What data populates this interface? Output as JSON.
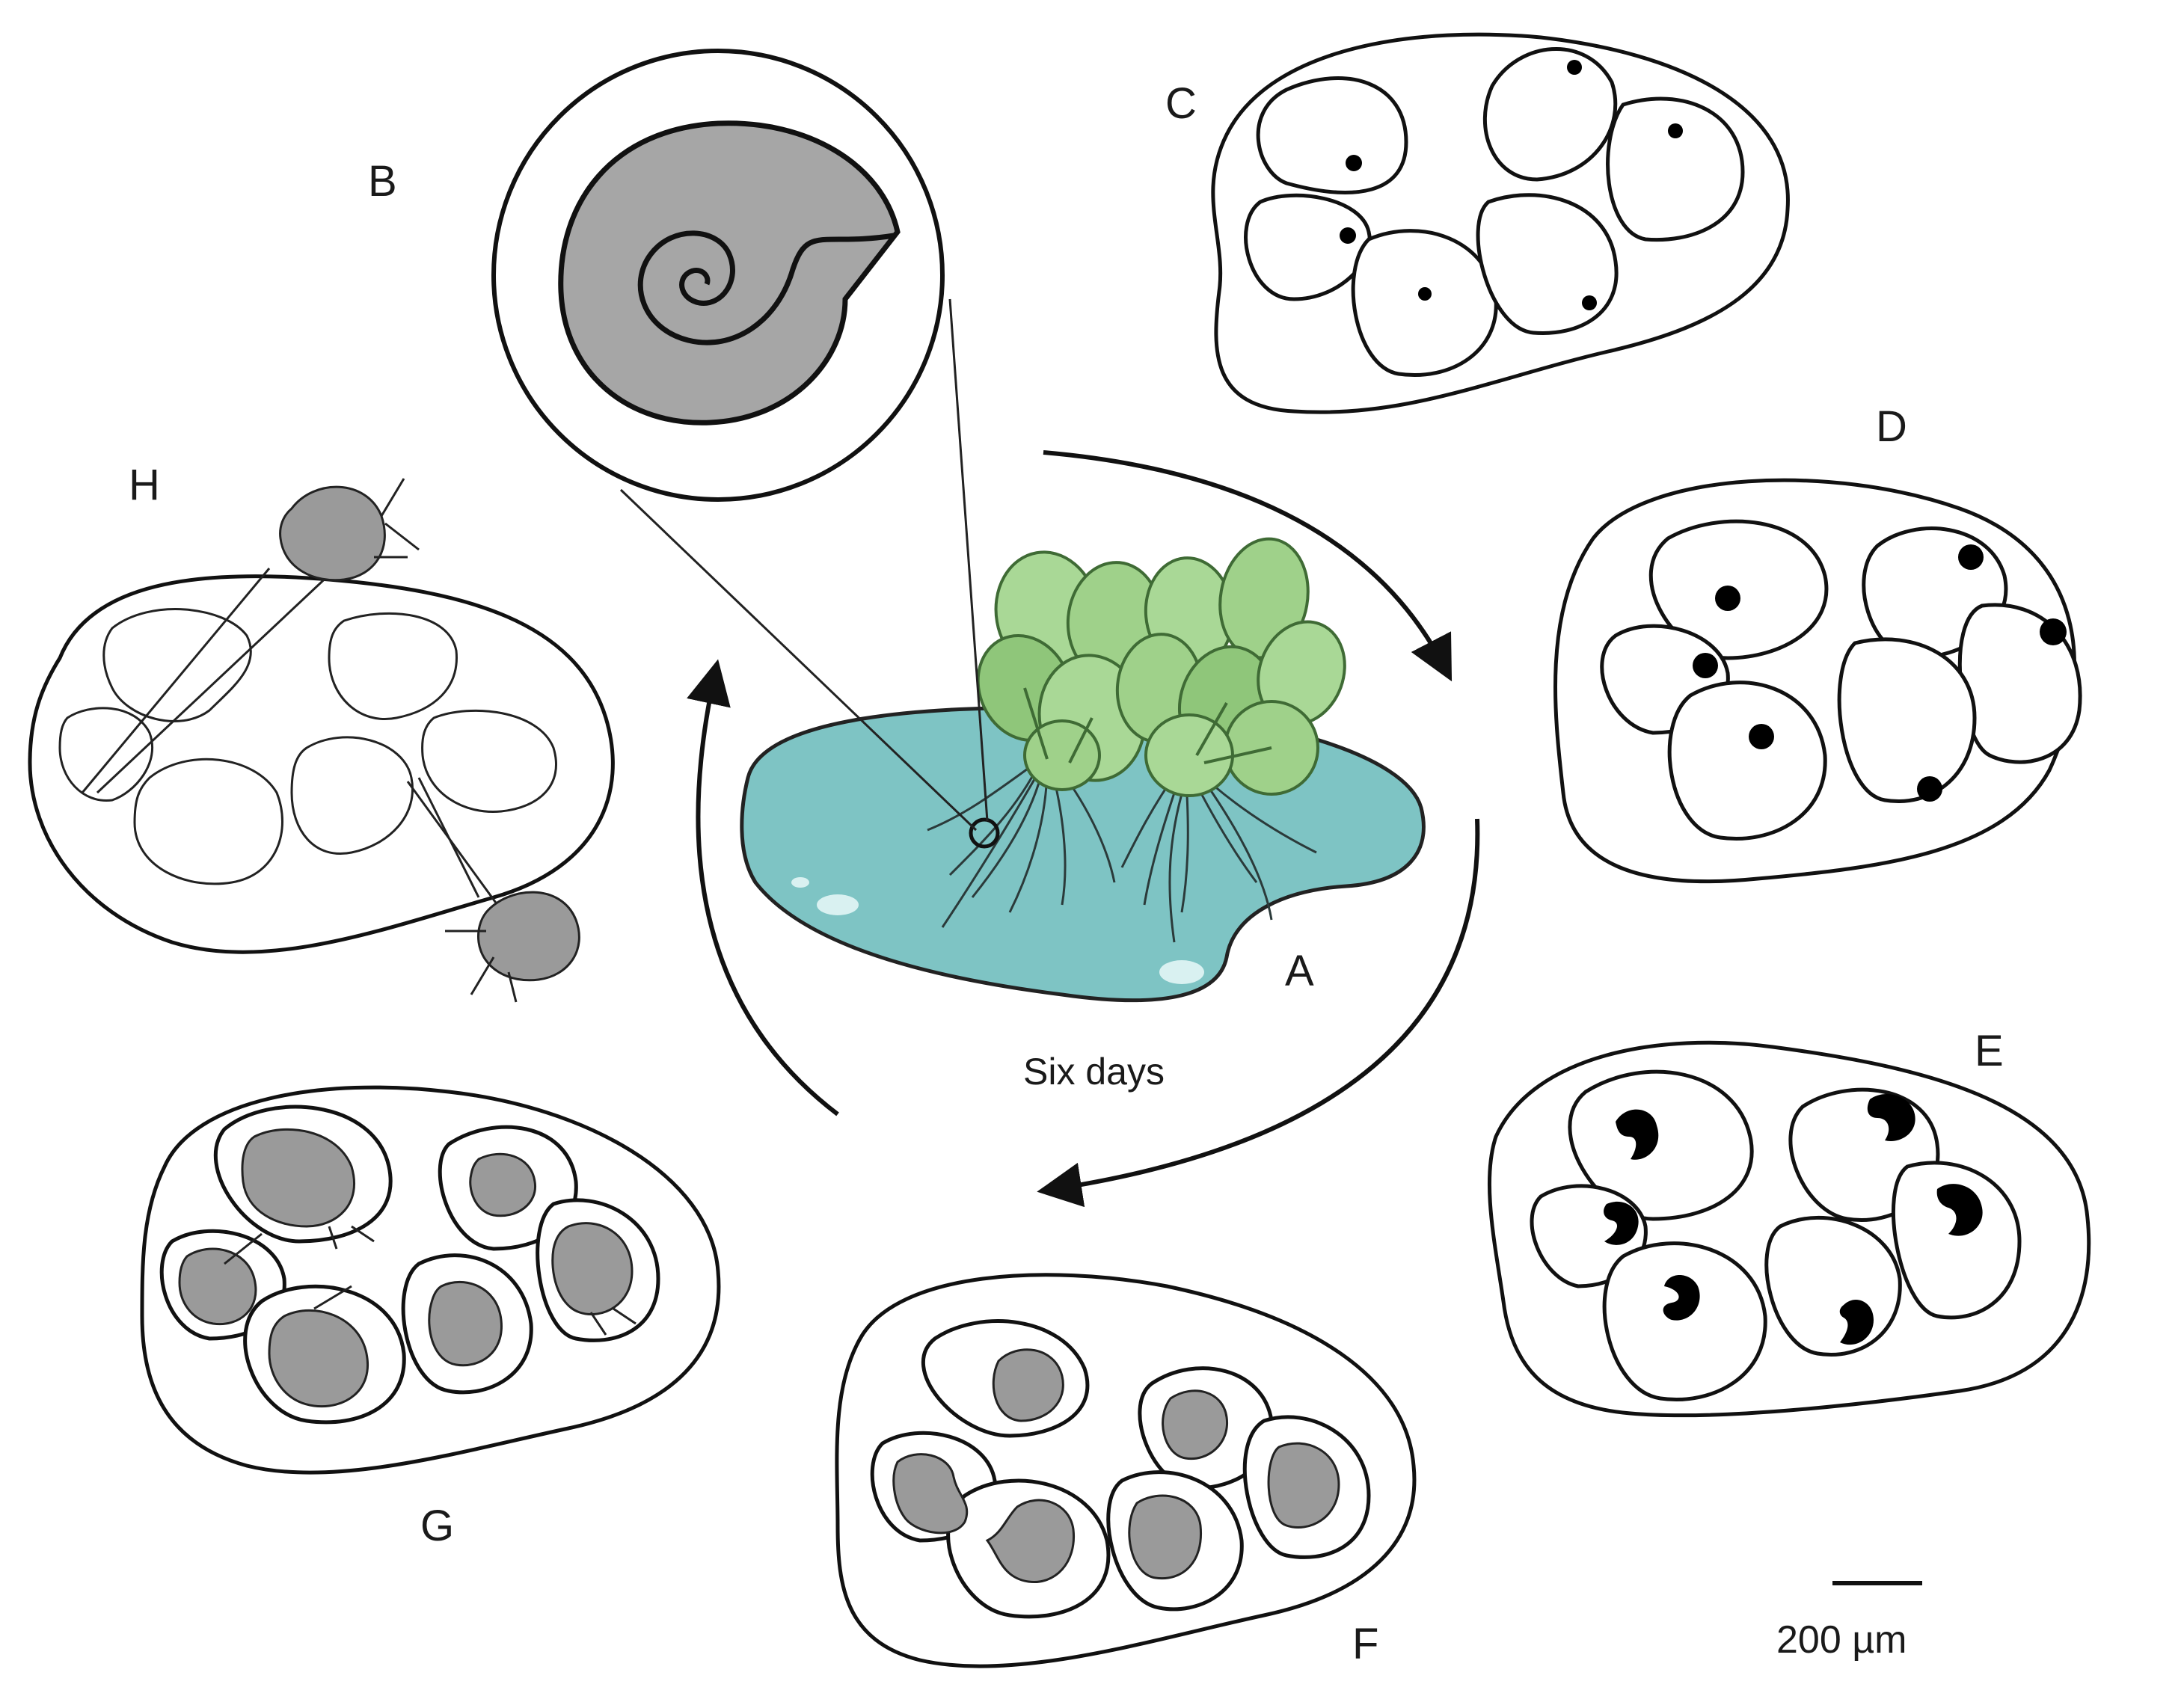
{
  "figure": {
    "panels": {
      "A": "A",
      "B": "B",
      "C": "C",
      "D": "D",
      "E": "E",
      "F": "F",
      "G": "G",
      "H": "H"
    },
    "cycle_caption": "Six days",
    "scale_bar_label": "200 µm"
  },
  "colors": {
    "water": "#7ec4c4",
    "leaf": "#9fd18a",
    "leaf_dark": "#5e9a4f",
    "shell": "#a6a6a6",
    "embryo": "#9a9a9a",
    "outline": "#111111"
  }
}
